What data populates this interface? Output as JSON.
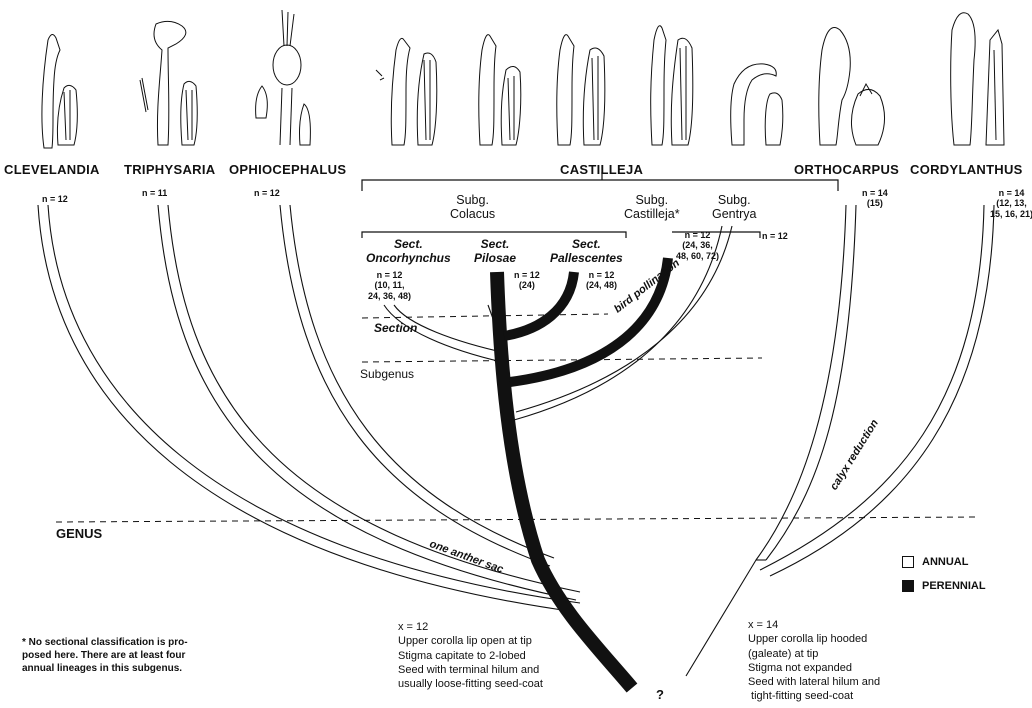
{
  "genera": {
    "clevelandia": {
      "name": "CLEVELANDIA",
      "chrom": "n = 12"
    },
    "triphysaria": {
      "name": "TRIPHYSARIA",
      "chrom": "n = 11"
    },
    "ophiocephalus": {
      "name": "OPHIOCEPHALUS",
      "chrom": "n = 12"
    },
    "castilleja": {
      "name": "CASTILLEJA"
    },
    "orthocarpus": {
      "name": "ORTHOCARPUS",
      "chrom": "n = 14\n(15)"
    },
    "cordylanthus": {
      "name": "CORDYLANTHUS",
      "chrom": "n = 14\n(12, 13,\n15, 16, 21)"
    }
  },
  "subgenera": {
    "colacus": "Subg.\nColacus",
    "castilleja": "Subg.\nCastilleja*",
    "castilleja_chrom": "n = 12\n(24, 36,\n48, 60, 72)",
    "gentrya": "Subg.\nGentrya",
    "gentrya_chrom": "n = 12"
  },
  "sections": {
    "oncorhynchus": "Sect.\nOncorhynchus",
    "oncorhynchus_chrom": "n = 12\n(10, 11,\n24, 36, 48)",
    "pilosae": "Sect.\nPilosae",
    "pilosae_chrom": "n = 12\n(24)",
    "pallescentes": "Sect.\nPallescentes",
    "pallescentes_chrom": "n = 12\n(24, 48)"
  },
  "ranks": {
    "section": "Section",
    "subgenus": "Subgenus",
    "genus": "GENUS"
  },
  "annotations": {
    "bird_pollination": "bird pollination",
    "one_anther_sac": "one anther sac",
    "calyx_reduction": "calyx reduction",
    "unknown_root": "?"
  },
  "notes": {
    "left_base": "x = 12\nUpper corolla lip open at tip\nStigma capitate to 2-lobed\nSeed with terminal hilum and\nusually loose-fitting seed-coat",
    "right_base": "x = 14\nUpper corolla lip hooded\n(galeate) at tip\nStigma not expanded\nSeed with lateral hilum and\n tight-fitting seed-coat",
    "footnote": "* No sectional classification is pro-\nposed here. There are at least four\nannual lineages in this subgenus."
  },
  "legend": {
    "annual": "ANNUAL",
    "perennial": "PERENNIAL"
  },
  "colors": {
    "line": "#111111",
    "background": "#ffffff"
  }
}
